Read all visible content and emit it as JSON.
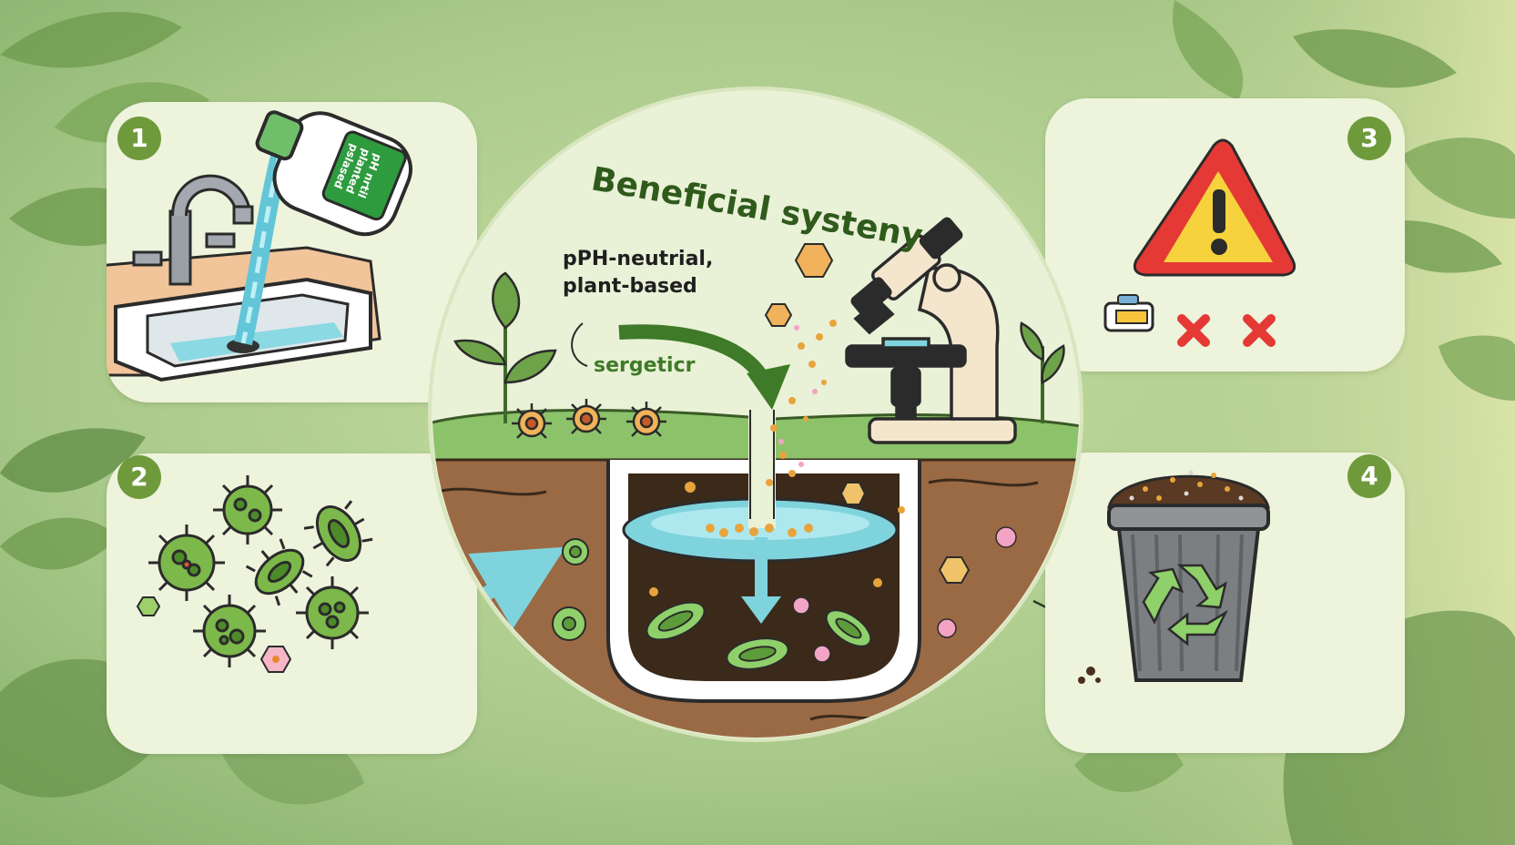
{
  "colors": {
    "background": "#a9c98a",
    "panel": "#eef3dc",
    "badge": "#6f9a3c",
    "title_green": "#2f5a1c",
    "arrow_green": "#3f7a28",
    "water": "#7fd3dc",
    "soil_dark": "#3b2a1a",
    "soil_light": "#9a6a45",
    "warning_red": "#e53935",
    "warning_yellow": "#f6d33c"
  },
  "center": {
    "title": "Beneficial systeny",
    "label_ph": "pPH-neutrial,",
    "label_plant": "plant-based",
    "label_microbe": "sergeticr"
  },
  "bottle": {
    "label": "pH nrtil planted pslased"
  },
  "panels": [
    {
      "number": "1",
      "icon": "sink-bottle-icon"
    },
    {
      "number": "2",
      "icon": "microbes-icon"
    },
    {
      "number": "3",
      "icon": "warning-icon"
    },
    {
      "number": "4",
      "icon": "recycle-bin-icon"
    }
  ]
}
